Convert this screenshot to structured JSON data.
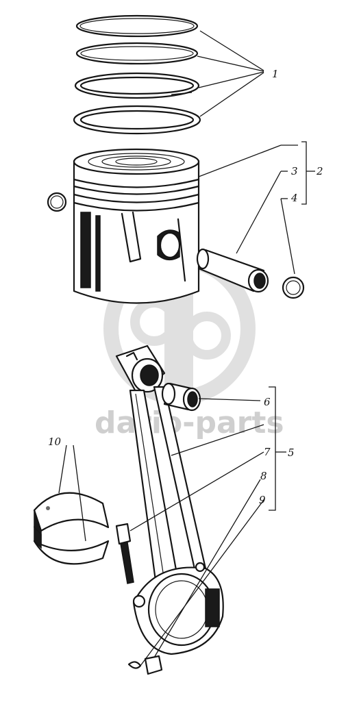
{
  "diagram": {
    "watermark": "dario-parts",
    "labels": {
      "piston_rings": "1",
      "piston_assembly": "2",
      "piston_pin": "3",
      "retaining_ring": "4",
      "connecting_rod_assembly": "5",
      "bushing": "6",
      "bolt": "7",
      "nut": "8",
      "cotter_pin": "9",
      "bearing_shells": "10"
    }
  }
}
